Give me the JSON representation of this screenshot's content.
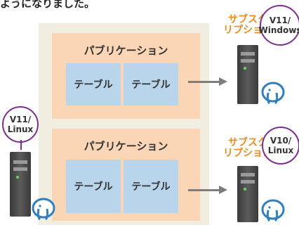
{
  "top_text": "ようになりました。",
  "publications": [
    {
      "title": "パブリケーション",
      "tables": [
        "テーブル",
        "テーブル"
      ]
    },
    {
      "title": "パブリケーション",
      "tables": [
        "テーブル",
        "テーブル"
      ]
    }
  ],
  "source": {
    "version_line1": "V11/",
    "version_line2": "Linux"
  },
  "subscriptions": [
    {
      "label_line1": "サブスク",
      "label_line2": "リプション",
      "version_line1": "V11/",
      "version_line2": "Windows"
    },
    {
      "label_line1": "サブスク",
      "label_line2": "リプション",
      "version_line1": "V10/",
      "version_line2": "Linux"
    }
  ],
  "colors": {
    "background_panel": "#f2ede1",
    "publication": "#fbd6b6",
    "table": "#b9d5ec",
    "subscription_label": "#f08a1e",
    "bubble_border": "#7b2f8e",
    "postgres_blue": "#2f7fc1"
  },
  "icons": [
    "server-icon",
    "postgresql-elephant-icon"
  ]
}
